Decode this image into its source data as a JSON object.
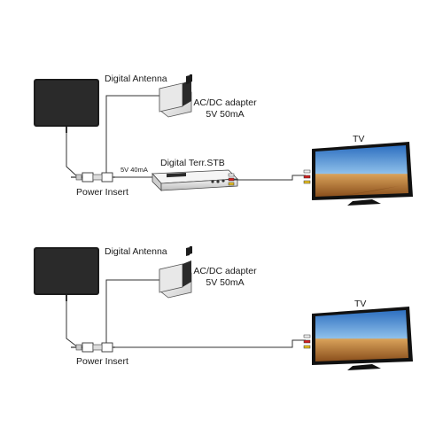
{
  "diagrams": [
    {
      "antenna_label": "Digital Antenna",
      "adapter_label_line1": "AC/DC adapter",
      "adapter_label_line2": "5V 50mA",
      "power_insert_label": "Power Insert",
      "cable_spec_label": "5V 40mA",
      "stb_label": "Digital Terr.STB",
      "tv_label": "TV"
    },
    {
      "antenna_label": "Digital Antenna",
      "adapter_label_line1": "AC/DC adapter",
      "adapter_label_line2": "5V 50mA",
      "power_insert_label": "Power Insert",
      "tv_label": "TV"
    }
  ],
  "colors": {
    "antenna": "#1c1c1c",
    "wire": "#333333",
    "tv_sky": "#4a8fd4",
    "tv_ground": "#c47a2a",
    "rca_red": "#d22020",
    "rca_white": "#f0f0f0",
    "rca_yellow": "#e8c020"
  }
}
